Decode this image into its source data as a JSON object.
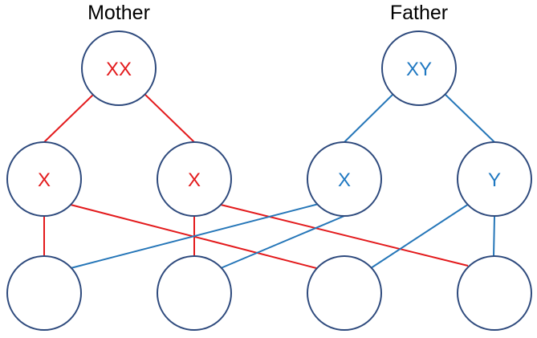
{
  "parents": {
    "mother": {
      "title": "Mother",
      "genotype": "XX"
    },
    "father": {
      "title": "Father",
      "genotype": "XY"
    }
  },
  "gametes": {
    "mother_1": "X",
    "mother_2": "X",
    "father_1": "X",
    "father_2": "Y"
  },
  "offspring": [
    "",
    "",
    "",
    ""
  ],
  "colors": {
    "mother_line": "#e31a1c",
    "father_line": "#2576b8",
    "mother_text": "#e31a1c",
    "father_text": "#1f78c1",
    "circle_stroke": "#2e4a7d",
    "circle_fill": "#ffffff"
  }
}
